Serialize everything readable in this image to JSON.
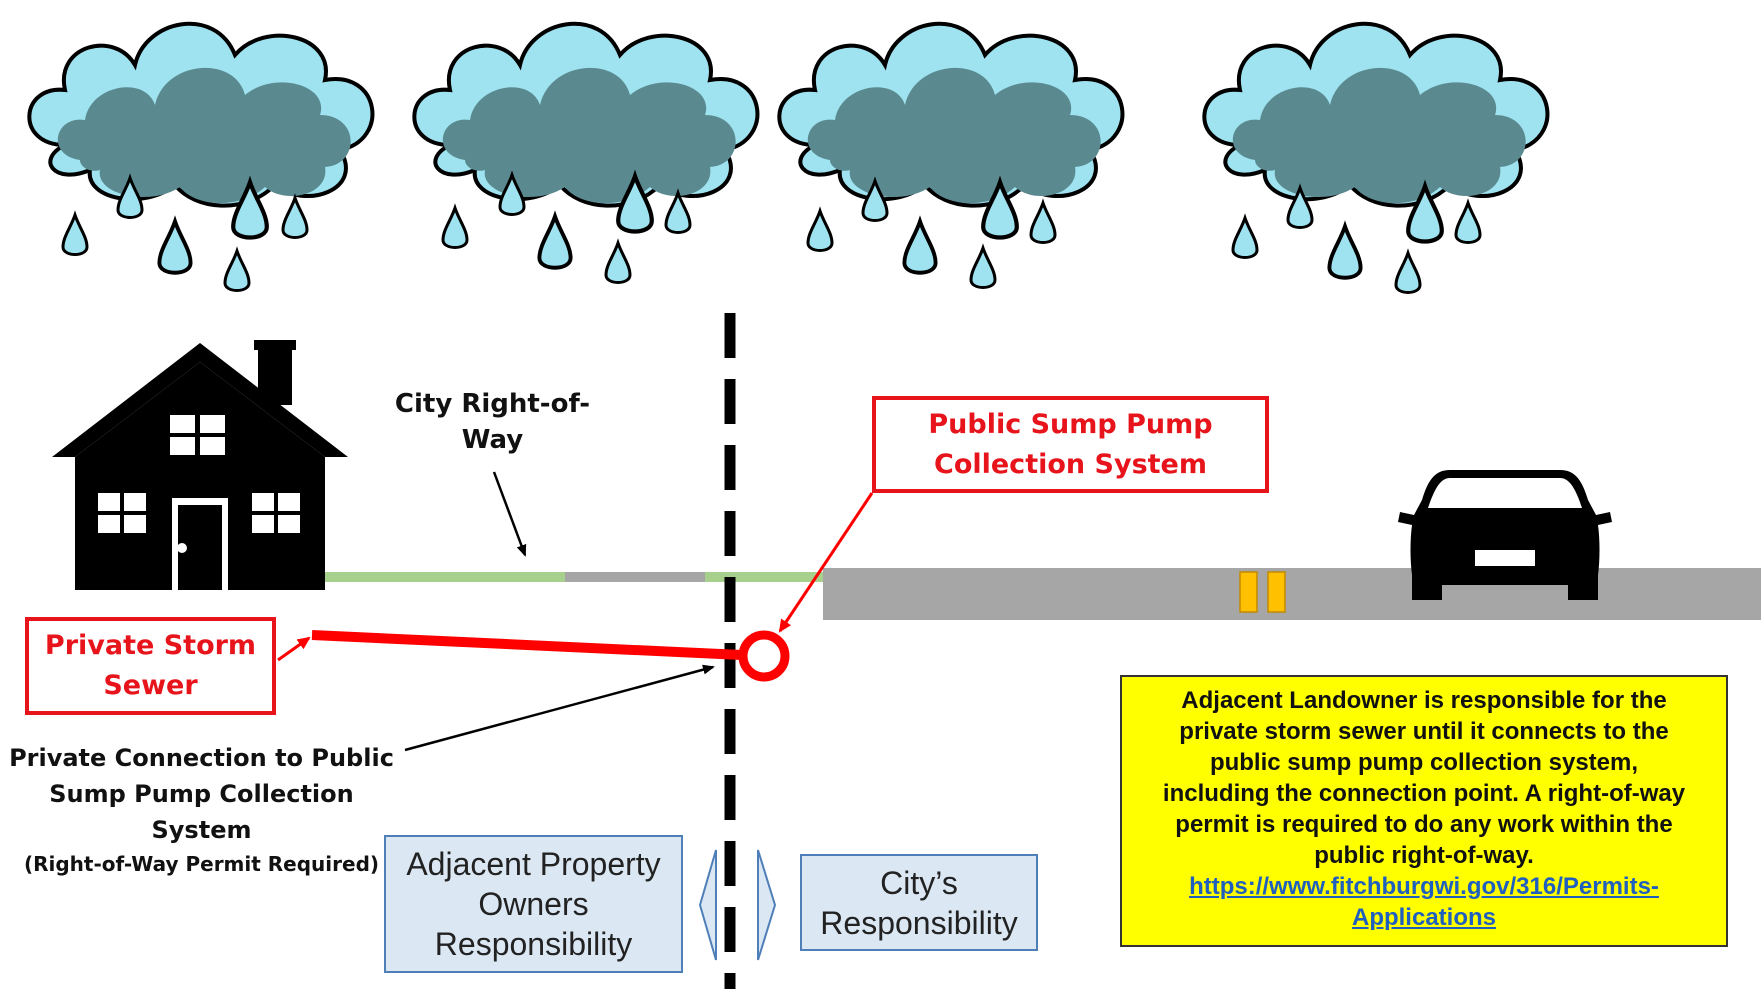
{
  "labels": {
    "city_row_line1": "City Right-of-",
    "city_row_line2": "Way",
    "public_line1": "Public Sump Pump",
    "public_line2": "Collection System",
    "private_line1": "Private Storm",
    "private_line2": "Sewer",
    "connection_line1": "Private Connection to Public",
    "connection_line2": "Sump Pump Collection System",
    "connection_line3": "(Right-of-Way Permit Required)",
    "adjacent_line1": "Adjacent Property",
    "adjacent_line2": "Owners",
    "adjacent_line3": "Responsibility",
    "city_resp_line1": "City’s",
    "city_resp_line2": "Responsibility"
  },
  "note": {
    "line1": "Adjacent Landowner is responsible for the",
    "line2": "private storm sewer until it connects to the",
    "line3": "public sump pump collection system,",
    "line4": "including the connection point. A right-of-way",
    "line5": "permit is required to do any work within the",
    "line6": "public right-of-way.",
    "link_line1": "https://www.fitchburgwi.gov/316/Permits-",
    "link_line2": "Applications"
  },
  "colors": {
    "cloud_dark": "#5a8a90",
    "cloud_light": "#9fe3f0",
    "rain": "#9fe3f0",
    "house": "#000000",
    "grass": "#a8d08d",
    "road": "#a6a6a6",
    "pipe": "#ff0000",
    "box_border_red": "#e8141b",
    "responsibility_box": "#dbe8f4",
    "note_background": "#ffff00",
    "link": "#1f5fbf"
  },
  "icons": [
    "rain-cloud-icon",
    "house-icon",
    "car-icon"
  ]
}
